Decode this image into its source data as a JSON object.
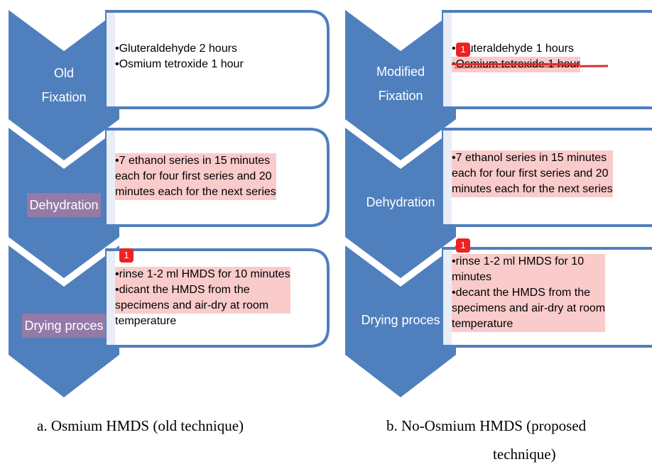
{
  "colors": {
    "chevron": "#4f7fbd",
    "box_border": "#4f7fbd",
    "highlight": "#f5a0a0",
    "badge": "#ee2222",
    "label_highlight": "#aa78a0"
  },
  "panels": [
    {
      "caption": "a.   Osmium HMDS (old technique)",
      "rows": [
        {
          "label_lines": [
            "Old",
            "Fixation"
          ],
          "lines": [
            "•Gluteraldehyde 2 hours",
            "•Osmium tetroxide  1 hour"
          ]
        },
        {
          "label_lines": [
            "Dehydration"
          ],
          "lines": [
            "•7 ethanol series in 15 minutes",
            "each  for four first series and 20",
            "minutes  each for the next series"
          ]
        },
        {
          "label_lines": [
            "Drying proces"
          ],
          "badge": "1",
          "lines": [
            "•rinse 1-2 ml HMDS for 10 minutes",
            "•dicant the HMDS from the",
            "specimens and air-dry at room",
            "temperature"
          ]
        }
      ]
    },
    {
      "caption": "b.   No-Osmium HMDS (proposed",
      "caption_line2": "technique)",
      "rows": [
        {
          "label_lines": [
            "Modified",
            "Fixation"
          ],
          "badge": "1",
          "lines": [
            "•Gluteraldehyde 1 hours",
            "•Osmium tetroxide  1 hour"
          ]
        },
        {
          "label_lines": [
            "Dehydration"
          ],
          "lines": [
            "•7 ethanol series in 15 minutes",
            "each  for four first series and 20",
            "minutes  each for the next series"
          ]
        },
        {
          "label_lines": [
            "Drying proces"
          ],
          "badge": "1",
          "lines": [
            "•rinse 1-2 ml HMDS for 10",
            "minutes",
            "•decant the HMDS from the",
            "specimens and air-dry at room",
            "temperature"
          ]
        }
      ]
    }
  ]
}
